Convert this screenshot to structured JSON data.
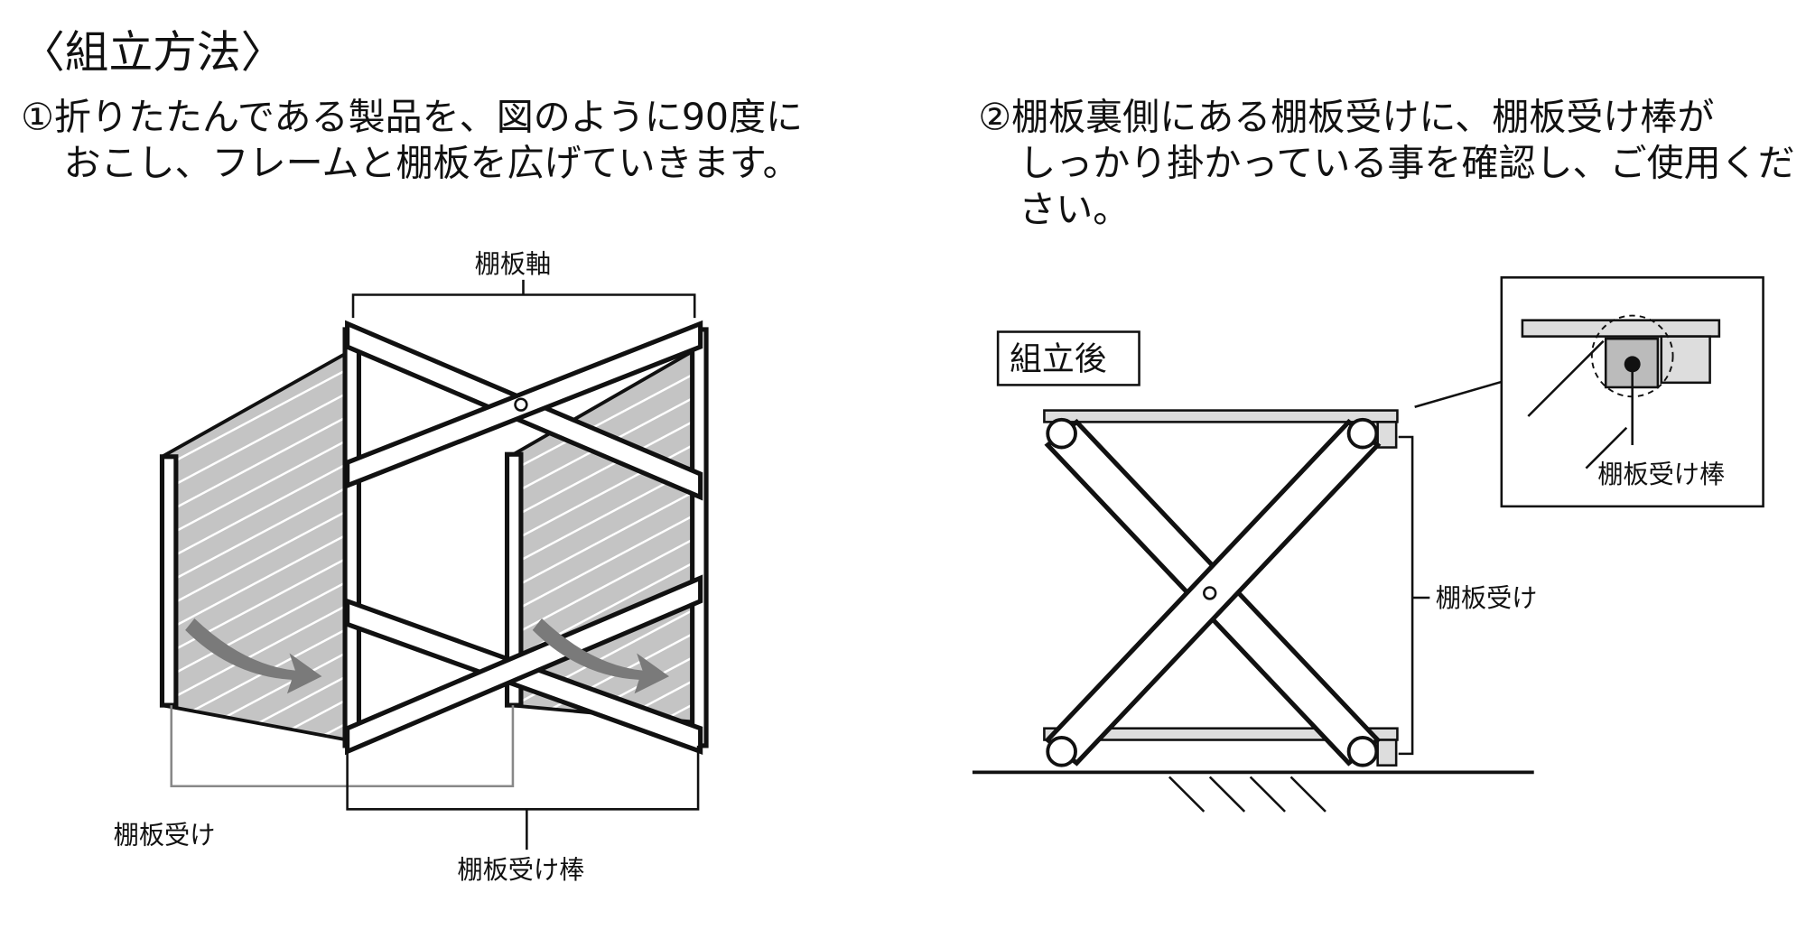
{
  "title": "〈組立方法〉",
  "step1": {
    "line1": "①折りたたんである製品を、図のように90度に",
    "line2": "おこし、フレームと棚板を広げていきます。"
  },
  "step2": {
    "line1": "②棚板裏側にある棚板受けに、棚板受け棒が",
    "line2": "しっかり掛かっている事を確認し、ご使用くだ",
    "line3": "さい。"
  },
  "diagram1": {
    "label_axis": "棚板軸",
    "label_receiver": "棚板受け",
    "label_rod": "棚板受け棒"
  },
  "diagram2": {
    "label_assembled": "組立後",
    "label_receiver": "棚板受け",
    "label_rod": "棚板受け棒"
  },
  "colors": {
    "panel": "#bdbdbd",
    "arrow": "#7a7a7a"
  }
}
